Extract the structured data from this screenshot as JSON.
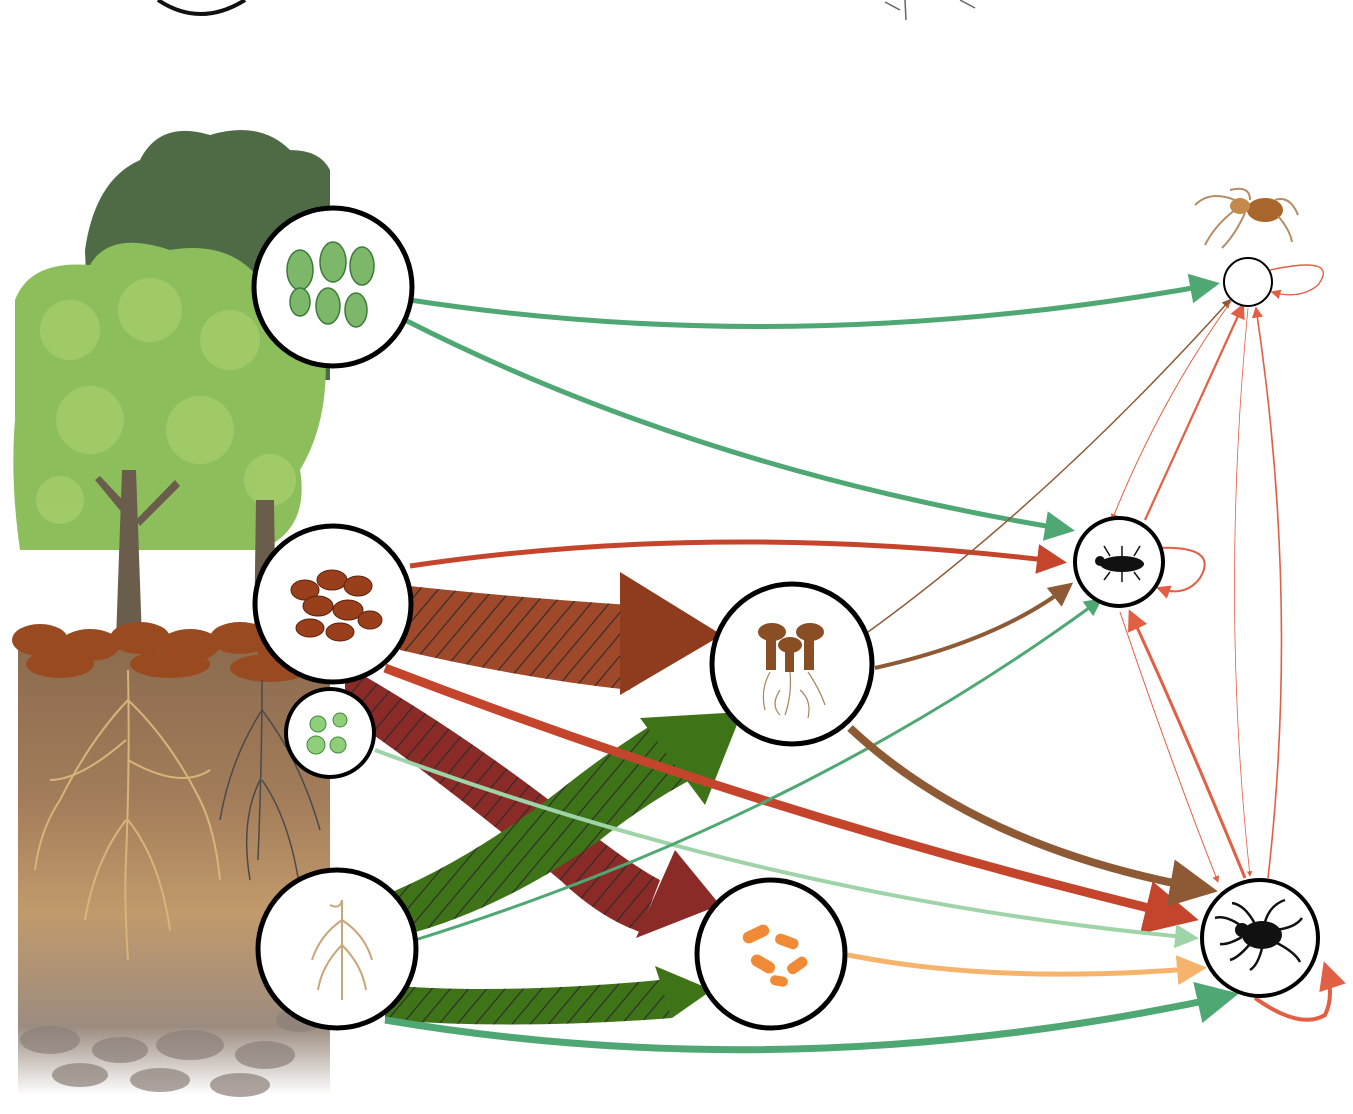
{
  "diagram": {
    "kind": "soil food web energy-flow diagram",
    "nodes": [
      {
        "id": "live-leaves",
        "icon": "green-leaves-icon"
      },
      {
        "id": "leaf-litter",
        "icon": "brown-leaf-litter-icon"
      },
      {
        "id": "algae",
        "icon": "green-algae-cells-icon"
      },
      {
        "id": "roots",
        "icon": "plant-roots-icon"
      },
      {
        "id": "fungi",
        "icon": "mushroom-mycelium-icon"
      },
      {
        "id": "bacteria",
        "icon": "orange-bacteria-icon"
      },
      {
        "id": "spiders",
        "icon": "spider-icon"
      },
      {
        "id": "beetles",
        "icon": "beetle-icon"
      },
      {
        "id": "mites",
        "icon": "mite-icon"
      }
    ],
    "flows": [
      {
        "from": "live-leaves",
        "to": "spiders",
        "color": "#4fa874",
        "style": "solid"
      },
      {
        "from": "live-leaves",
        "to": "beetles",
        "color": "#4fa874",
        "style": "solid"
      },
      {
        "from": "leaf-litter",
        "to": "beetles",
        "color": "#c4452b",
        "style": "solid"
      },
      {
        "from": "leaf-litter",
        "to": "fungi",
        "color": "#8e3b1e",
        "style": "hatched"
      },
      {
        "from": "leaf-litter",
        "to": "bacteria",
        "color": "#8a2b27",
        "style": "hatched"
      },
      {
        "from": "leaf-litter",
        "to": "mites",
        "color": "#c4452b",
        "style": "solid"
      },
      {
        "from": "algae",
        "to": "mites",
        "color": "#9fd3a8",
        "style": "solid"
      },
      {
        "from": "roots",
        "to": "fungi",
        "color": "#3f7318",
        "style": "hatched"
      },
      {
        "from": "roots",
        "to": "bacteria",
        "color": "#3f7318",
        "style": "hatched"
      },
      {
        "from": "roots",
        "to": "beetles",
        "color": "#4fa874",
        "style": "solid"
      },
      {
        "from": "roots",
        "to": "mites",
        "color": "#4fa874",
        "style": "solid"
      },
      {
        "from": "fungi",
        "to": "beetles",
        "color": "#8d5a35",
        "style": "solid"
      },
      {
        "from": "fungi",
        "to": "mites",
        "color": "#8d5a35",
        "style": "solid"
      },
      {
        "from": "fungi",
        "to": "spiders",
        "color": "#8d5a35",
        "style": "solid"
      },
      {
        "from": "bacteria",
        "to": "mites",
        "color": "#f6b36b",
        "style": "solid"
      },
      {
        "from": "beetles",
        "to": "spiders",
        "color": "#e35f43",
        "style": "solid"
      },
      {
        "from": "spiders",
        "to": "beetles",
        "color": "#e35f43",
        "style": "solid"
      },
      {
        "from": "beetles",
        "to": "mites",
        "color": "#e35f43",
        "style": "solid"
      },
      {
        "from": "mites",
        "to": "beetles",
        "color": "#e35f43",
        "style": "solid"
      },
      {
        "from": "mites",
        "to": "spiders",
        "color": "#e35f43",
        "style": "solid"
      },
      {
        "from": "spiders",
        "to": "mites",
        "color": "#e35f43",
        "style": "solid"
      },
      {
        "from": "spiders",
        "to": "spiders",
        "color": "#e35f43",
        "style": "self-loop"
      },
      {
        "from": "beetles",
        "to": "beetles",
        "color": "#e35f43",
        "style": "self-loop"
      },
      {
        "from": "mites",
        "to": "mites",
        "color": "#e35f43",
        "style": "self-loop"
      }
    ],
    "colors": {
      "plant_green": "#4fa874",
      "root_green": "#3f7318",
      "litter_red": "#c4452b",
      "fungal_brown": "#8d5a35",
      "bacterial_orange": "#f6b36b",
      "predator_red": "#e35f43",
      "canopy_dark": "#4f6b45",
      "canopy_light": "#8cbf5c",
      "soil": "#b89169"
    }
  }
}
